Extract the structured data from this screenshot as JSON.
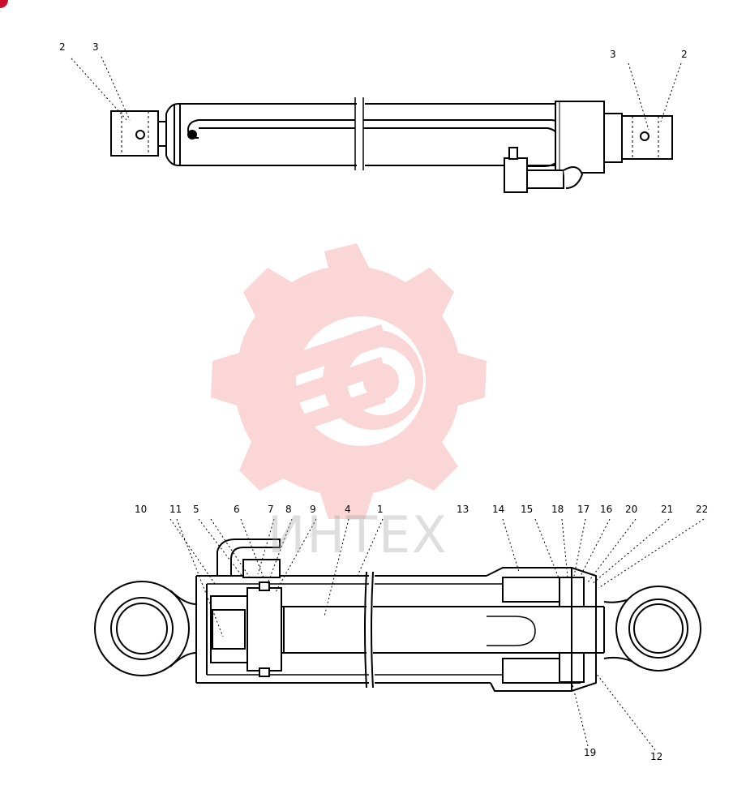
{
  "watermark": {
    "text": "ИНТЕХ",
    "color": "#f2a0a0"
  },
  "top_view_labels": [
    "2",
    "3",
    "3",
    "2"
  ],
  "section_labels": {
    "p10": "10",
    "p11": "11",
    "p5": "5",
    "p6": "6",
    "p7": "7",
    "p8": "8",
    "p9": "9",
    "p4": "4",
    "p1": "1",
    "p13": "13",
    "p14": "14",
    "p15": "15",
    "p18": "18",
    "p17": "17",
    "p16": "16",
    "p20": "20",
    "p21": "21",
    "p22": "22",
    "p19": "19",
    "p12": "12"
  }
}
